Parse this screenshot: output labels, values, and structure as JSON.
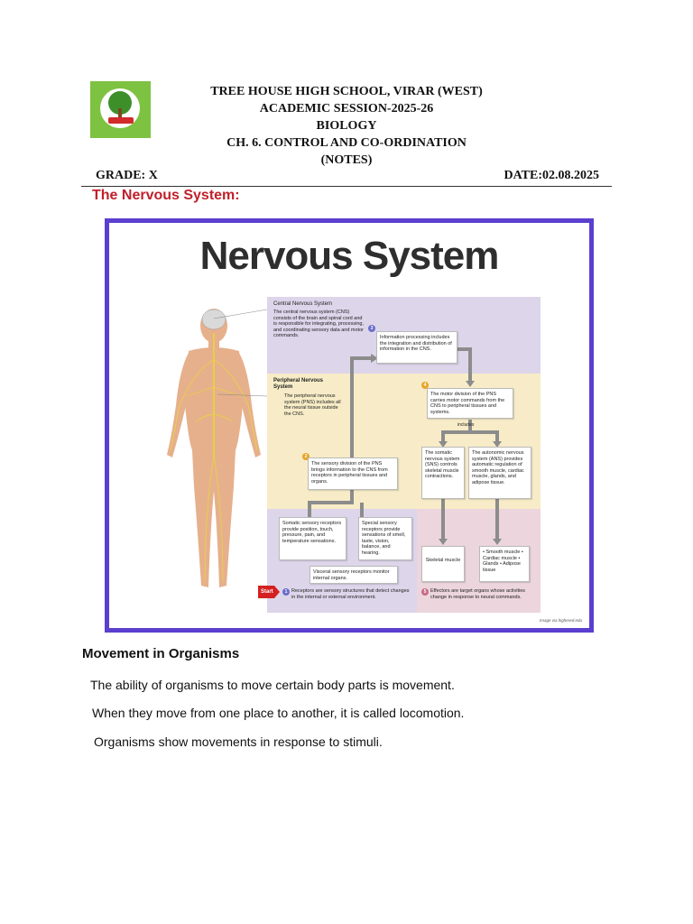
{
  "header": {
    "school": "TREE HOUSE HIGH SCHOOL, VIRAR (WEST)",
    "session": "ACADEMIC SESSION-2025-26",
    "subject": "BIOLOGY",
    "chapter": "CH. 6. CONTROL AND CO-ORDINATION",
    "type": "(NOTES)",
    "grade": "GRADE: X",
    "date": "DATE:02.08.2025"
  },
  "colors": {
    "section_title": "#c0202a",
    "figure_border": "#5b3fd0",
    "logo_green": "#7ec242"
  },
  "section_title": "The Nervous System:",
  "figure": {
    "title": "Nervous System",
    "cns_heading": "Central Nervous System",
    "cns_text": "The central nervous system (CNS) consists of the brain and spinal cord and is responsible for integrating, processing, and coordinating sensory data and motor commands.",
    "pns_heading": "Peripheral Nervous System",
    "pns_text": "The peripheral nervous system (PNS) includes all the neural tissue outside the CNS.",
    "step3_num": "3",
    "step3_text": "Information processing includes the integration and distribution of information in the CNS.",
    "step4_num": "4",
    "step4_text": "The motor division of the PNS carries motor commands from the CNS to peripheral tissues and systems.",
    "includes_label": "includes",
    "step2_num": "2",
    "step2_text": "The sensory division of the PNS brings information to the CNS from receptors in peripheral tissues and organs.",
    "somatic_ns": "The somatic nervous system (SNS) controls skeletal muscle contractions.",
    "autonomic_ns": "The autonomic nervous system (ANS) provides automatic regulation of smooth muscle, cardiac muscle, glands, and adipose tissue.",
    "somatic_receptors": "Somatic sensory receptors provide position, touch, pressure, pain, and temperature sensations.",
    "special_receptors": "Special sensory receptors provide sensations of smell, taste, vision, balance, and hearing.",
    "visceral_receptors": "Visceral sensory receptors monitor internal organs.",
    "skeletal_muscle": "Skeletal muscle",
    "effector_list": "• Smooth muscle • Cardiac muscle • Glands • Adipose tissue",
    "start_label": "Start",
    "step1_num": "1",
    "step1_text": "Receptors are sensory structures that detect changes in the internal or external environment.",
    "step5_num": "5",
    "step5_text": "Effectors are target organs whose activities change in response to neural commands.",
    "credit": "Image via highered.edu"
  },
  "movement": {
    "heading": "Movement in Organisms",
    "lines": [
      "The ability of organisms to move certain body parts   is movement.",
      "When they move from one place to another, it is called locomotion.",
      "Organisms show movements in response to stimuli."
    ]
  }
}
